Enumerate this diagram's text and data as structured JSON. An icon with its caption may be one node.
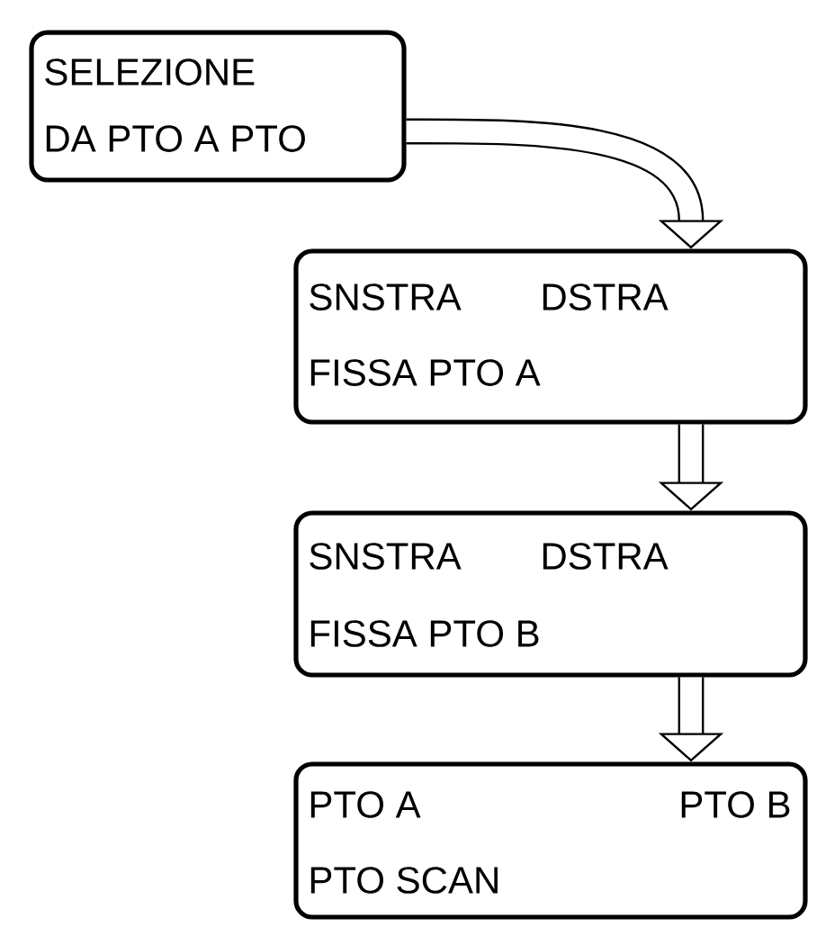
{
  "diagram": {
    "nodes": [
      {
        "text": [
          "SELEZIONE",
          "DA PTO A PTO"
        ]
      },
      {
        "text": [
          "SNSTRA",
          "DSTRA",
          "FISSA PTO A"
        ]
      },
      {
        "text": [
          "SNSTRA",
          "DSTRA",
          "FISSA PTO B"
        ]
      },
      {
        "text": [
          "PTO A",
          "PTO B",
          "PTO SCAN"
        ]
      }
    ],
    "edges": [
      {
        "from": 0,
        "to": 1,
        "arrow": "to"
      },
      {
        "from": 1,
        "to": 2,
        "arrow": "to"
      },
      {
        "from": 2,
        "to": 3,
        "arrow": "to"
      }
    ]
  }
}
